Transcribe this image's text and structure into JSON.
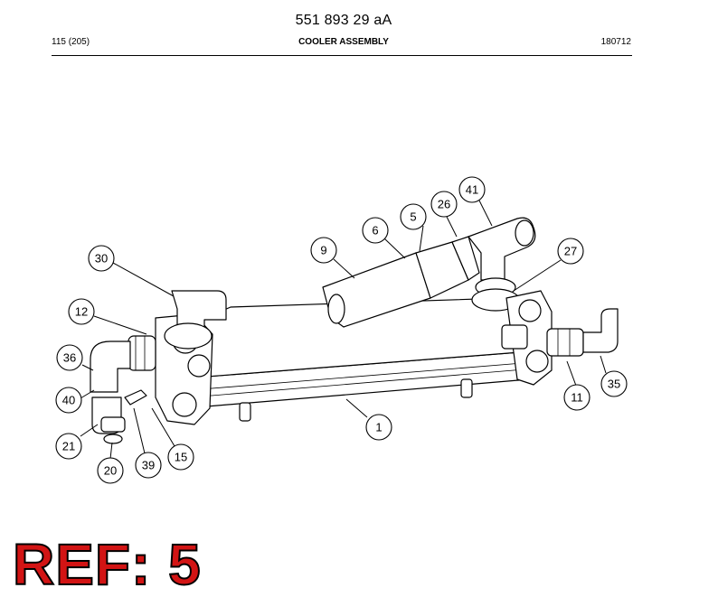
{
  "header": {
    "doc_number": "551 893 29 aA",
    "page_ref": "115 (205)",
    "title": "COOLER ASSEMBLY",
    "date_code": "180712"
  },
  "callouts": [
    {
      "label": "1"
    },
    {
      "label": "5"
    },
    {
      "label": "6"
    },
    {
      "label": "9"
    },
    {
      "label": "11"
    },
    {
      "label": "12"
    },
    {
      "label": "15"
    },
    {
      "label": "20"
    },
    {
      "label": "21"
    },
    {
      "label": "26"
    },
    {
      "label": "27"
    },
    {
      "label": "30"
    },
    {
      "label": "35"
    },
    {
      "label": "36"
    },
    {
      "label": "39"
    },
    {
      "label": "40"
    },
    {
      "label": "41"
    }
  ],
  "ref_label": "REF: 5",
  "colors": {
    "ref_fill": "#d21414",
    "ref_outline": "#000000"
  }
}
